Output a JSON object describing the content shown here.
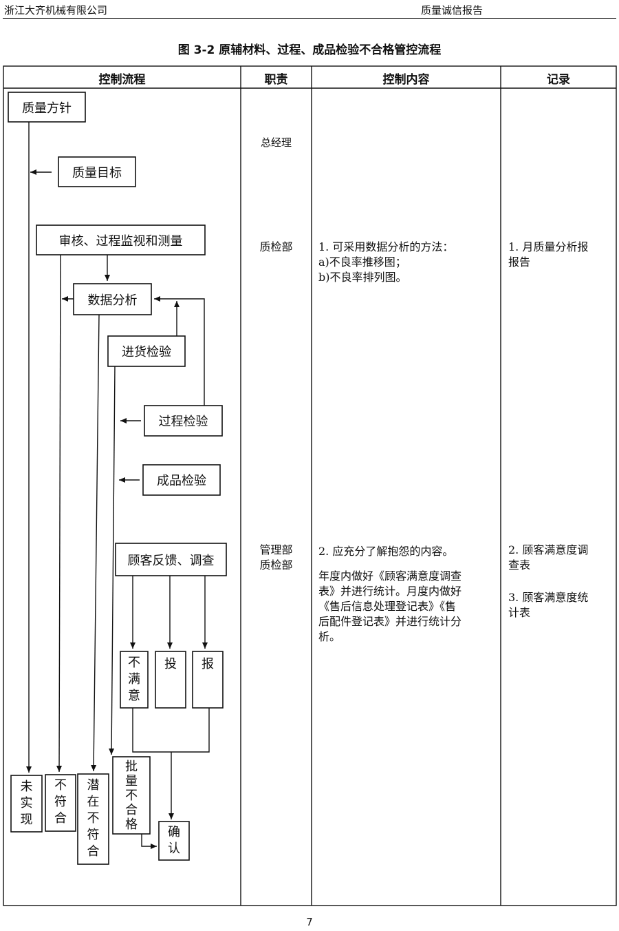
{
  "header": {
    "company": "浙江大齐机械有限公司",
    "report": "质量诚信报告"
  },
  "figure_title": "图 3-2 原辅材料、过程、成品检验不合格管控流程",
  "table": {
    "columns": [
      "控制流程",
      "职责",
      "控制内容",
      "记录"
    ],
    "responsibility": {
      "r1": "总经理",
      "r2": "质检部",
      "r3_line1": "管理部",
      "r3_line2": "质检部"
    },
    "content": {
      "c1_line1": "1. 可采用数据分析的方法：",
      "c1_line2": "a)不良率推移图；",
      "c1_line3": "b)不良率排列图。",
      "c2_line1": "2.  应充分了解抱怨的内容。",
      "c2_line2": "年度内做好《顾客满意度调查",
      "c2_line3": "表》并进行统计。月度内做好",
      "c2_line4": "《售后信息处理登记表》《售",
      "c2_line5": "后配件登记表》并进行统计分",
      "c2_line6": "析。"
    },
    "records": {
      "rec1_line1": "1. 月质量分析报",
      "rec1_line2": "报告",
      "rec2_line1": "2. 顾客满意度调",
      "rec2_line2": "查表",
      "rec3_line1": "3.  顾客满意度统",
      "rec3_line2": "计表"
    }
  },
  "flow": {
    "quality_policy": "质量方针",
    "quality_goal": "质量目标",
    "audit_monitor": "审核、过程监视和测量",
    "data_analysis": "数据分析",
    "incoming_inspection": "进货检验",
    "process_inspection": "过程检验",
    "product_inspection": "成品检验",
    "customer_feedback": "顾客反馈、调查",
    "dissatisfied": [
      "不",
      "满",
      "意"
    ],
    "complaint": [
      "投"
    ],
    "report": [
      "报"
    ],
    "unrealized": [
      "未",
      "实",
      "现"
    ],
    "nonconforming": [
      "不",
      "符",
      "合"
    ],
    "potential_nonconforming": [
      "潜",
      "在",
      "不",
      "符",
      "合"
    ],
    "batch_nonconforming": [
      "批",
      "量",
      "不",
      "合",
      "格"
    ],
    "confirm": [
      "确",
      "认"
    ]
  },
  "page_number": "7"
}
